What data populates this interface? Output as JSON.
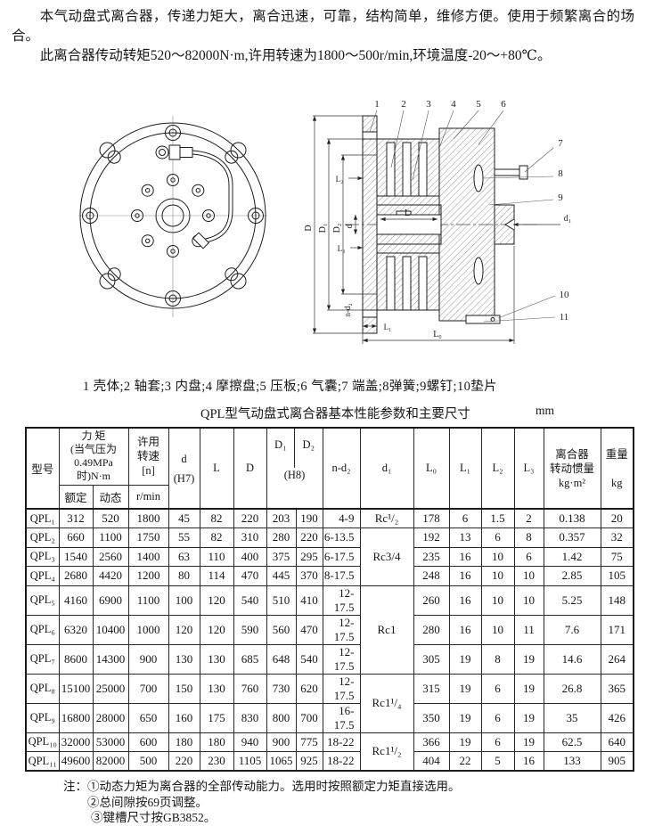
{
  "intro": {
    "para1": "本气动盘式离合器，传递力矩大，离合迅速，可靠，结构简单，维修方便。使用于频繁离合的场合。",
    "para2": "此离合器传动转矩520～82000N·m,许用转速为1800～500r/min,环境温度-20～+80℃。"
  },
  "figure": {
    "caption": "1 壳体;2 轴套;3 内盘;4 摩擦盘;5 压板;6 气囊;7 端盖;8弹簧;9螺钉;10垫片",
    "section": {
      "numbers": [
        "1",
        "2",
        "3",
        "4",
        "5",
        "6",
        "7",
        "8",
        "9",
        "10",
        "11"
      ],
      "dims": {
        "D": "D",
        "D1": "D₁",
        "D2": "D₂",
        "d": "d",
        "d1": "d₁",
        "L": "L",
        "L0": "L₀",
        "L1": "L₁",
        "L2": "L₂",
        "L3": "L₃",
        "nd2": "n-d₂"
      }
    }
  },
  "table": {
    "title": "QPL型气动盘式离合器基本性能参数和主要尺寸",
    "unit": "mm",
    "headers": {
      "model": "型号",
      "torque": "力  矩\n(当气压为\n0.49MPa\n时)N·m",
      "rated": "额定",
      "dynamic": "动态",
      "speed": "许用\n转速\n[n]",
      "speed_unit": "r/min",
      "d": "d\n(H7)",
      "L": "L",
      "D": "D",
      "D1": "D₁",
      "D2": "D₂",
      "dd_tol": "(H8)",
      "nd2": "n-d₂",
      "d1": "d₁",
      "L0": "L₀",
      "L1": "L₁",
      "L2": "L₂",
      "L3": "L₃",
      "inertia": "离合器\n转动惯量\nkg·m²",
      "weight": "重量\nkg"
    },
    "d1_groups": [
      {
        "label": "Rc¹/₂"
      },
      {
        "label": "Rc3/4"
      },
      {
        "label": "Rc1"
      },
      {
        "label": "Rc1¹/₄"
      },
      {
        "label": "Rc1¹/₂"
      }
    ],
    "rows": [
      [
        "QPL₁",
        "312",
        "520",
        "1800",
        "45",
        "82",
        "220",
        "203",
        "190",
        "4-9",
        "178",
        "6",
        "1.5",
        "2",
        "0.138",
        "20"
      ],
      [
        "QPL₂",
        "660",
        "1100",
        "1750",
        "55",
        "82",
        "310",
        "280",
        "220",
        "6-13.5",
        "192",
        "13",
        "6",
        "8",
        "0.357",
        "32"
      ],
      [
        "QPL₃",
        "1540",
        "2560",
        "1400",
        "63",
        "110",
        "400",
        "375",
        "295",
        "6-17.5",
        "235",
        "16",
        "10",
        "6",
        "1.42",
        "75"
      ],
      [
        "QPL₄",
        "2680",
        "4420",
        "1200",
        "80",
        "114",
        "470",
        "445",
        "370",
        "8-17.5",
        "248",
        "16",
        "10",
        "10",
        "2.85",
        "105"
      ],
      [
        "QPL₅",
        "4160",
        "6900",
        "1100",
        "100",
        "120",
        "540",
        "510",
        "410",
        "12-17.5",
        "260",
        "16",
        "10",
        "10",
        "5.25",
        "148"
      ],
      [
        "QPL₆",
        "6320",
        "10400",
        "1000",
        "120",
        "120",
        "590",
        "560",
        "470",
        "12-17.5",
        "280",
        "16",
        "10",
        "11",
        "7.6",
        "171"
      ],
      [
        "QPL₇",
        "8600",
        "14300",
        "900",
        "130",
        "130",
        "685",
        "648",
        "540",
        "12-17.5",
        "305",
        "19",
        "8",
        "19",
        "14.6",
        "264"
      ],
      [
        "QPL₈",
        "15100",
        "25000",
        "700",
        "150",
        "130",
        "760",
        "730",
        "620",
        "12-17.5",
        "315",
        "19",
        "6",
        "19",
        "26.8",
        "365"
      ],
      [
        "QPL₉",
        "16800",
        "28000",
        "650",
        "160",
        "175",
        "830",
        "800",
        "700",
        "16-17.5",
        "350",
        "19",
        "6",
        "19",
        "35",
        "426"
      ],
      [
        "QPL₁₀",
        "32000",
        "53000",
        "600",
        "180",
        "180",
        "940",
        "900",
        "775",
        "18-22",
        "366",
        "19",
        "6",
        "19",
        "62.5",
        "640"
      ],
      [
        "QPL₁₁",
        "49600",
        "82000",
        "500",
        "220",
        "230",
        "1105",
        "1065",
        "925",
        "18-22",
        "404",
        "22",
        "5",
        "16",
        "133",
        "905"
      ]
    ]
  },
  "notes": {
    "line1": "注：①动态力矩为离合器的全部传动能力。选用时按照额定力矩直接选用。",
    "line2": "②总间隙按69页调整。",
    "line3": "③键槽尺寸按GB3852。"
  }
}
